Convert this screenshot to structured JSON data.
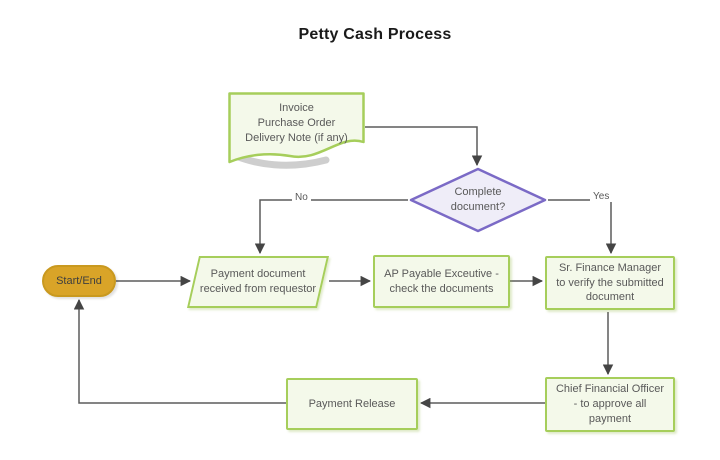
{
  "title": "Petty Cash Process",
  "nodes": {
    "start_end": {
      "type": "terminator",
      "label": "Start/End"
    },
    "source_documents": {
      "type": "document",
      "line1": "Invoice",
      "line2": "Purchase Order",
      "line3": "Delivery Note (if any)"
    },
    "complete_document": {
      "type": "decision",
      "label": "Complete document?"
    },
    "payment_received": {
      "type": "data-parallelogram",
      "label": "Payment document received from requestor"
    },
    "ap_check": {
      "type": "process",
      "label": "AP Payable Exceutive - check the documents"
    },
    "sr_verify": {
      "type": "process",
      "label": "Sr. Finance Manager to verify the submitted document"
    },
    "cfo_approve": {
      "type": "process",
      "label": "Chief Financial Officer - to approve all payment"
    },
    "payment_release": {
      "type": "process",
      "label": "Payment Release"
    }
  },
  "edge_labels": {
    "no": "No",
    "yes": "Yes"
  },
  "colors": {
    "process_fill": "#F4F9EA",
    "process_border": "#A6CE5B",
    "decision_fill": "#EFEDF8",
    "decision_border": "#7B6AC6",
    "terminator_fill": "#D9A428",
    "terminator_border": "#C9991F",
    "connector": "#5B5B5B",
    "shape_text": "#595959"
  }
}
